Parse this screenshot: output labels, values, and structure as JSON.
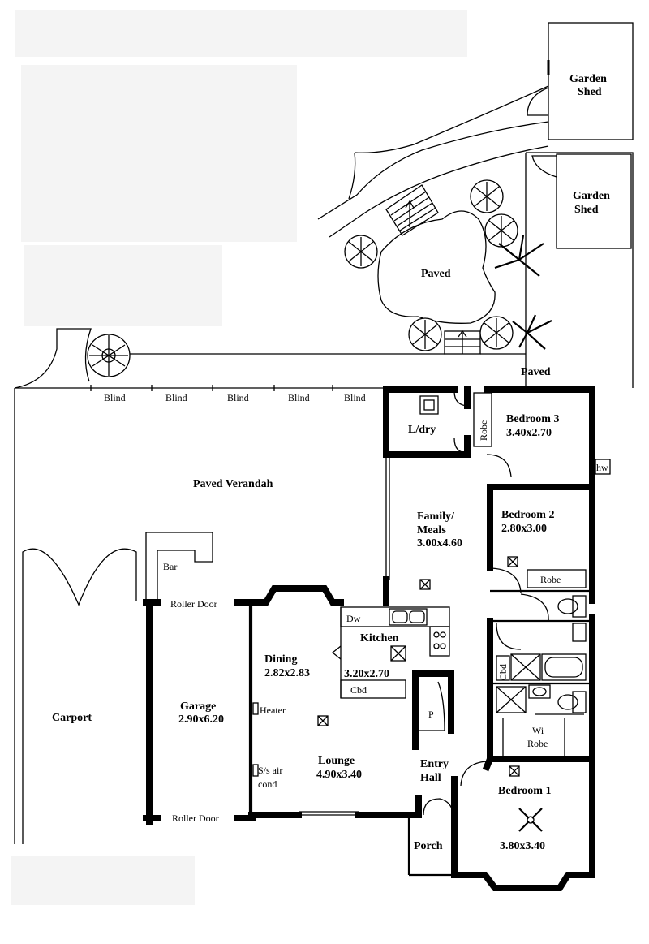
{
  "plan": {
    "garden_shed_1": "Garden Shed",
    "garden_shed_2": "Garden Shed",
    "paved_court": "Paved",
    "paved_path": "Paved",
    "blinds": [
      "Blind",
      "Blind",
      "Blind",
      "Blind",
      "Blind"
    ],
    "verandah": "Paved Verandah",
    "laundry": "L/dry",
    "robe_b3": "Robe",
    "bedroom3_name": "Bedroom 3",
    "bedroom3_size": "3.40x2.70",
    "hw": "hw",
    "family_name_1": "Family/",
    "family_name_2": "Meals",
    "family_size": "3.00x4.60",
    "bedroom2_name": "Bedroom 2",
    "bedroom2_size": "2.80x3.00",
    "robe_b2": "Robe",
    "bar": "Bar",
    "roller_door_top": "Roller Door",
    "roller_door_bottom": "Roller Door",
    "dw": "Dw",
    "kitchen_name": "Kitchen",
    "kitchen_size": "3.20x2.70",
    "dining_name": "Dining",
    "dining_size": "2.82x2.83",
    "cbd_kitchen": "Cbd",
    "cbd_bath": "Cbd",
    "pantry": "P",
    "carport": "Carport",
    "garage_name": "Garage",
    "garage_size": "2.90x6.20",
    "heater": "Heater",
    "aircon_1": "S/s air",
    "aircon_2": "cond",
    "lounge_name": "Lounge",
    "lounge_size": "4.90x3.40",
    "entry_1": "Entry",
    "entry_2": "Hall",
    "wi_1": "Wi",
    "wi_2": "Robe",
    "bedroom1_name": "Bedroom 1",
    "bedroom1_size": "3.80x3.40",
    "porch": "Porch"
  }
}
